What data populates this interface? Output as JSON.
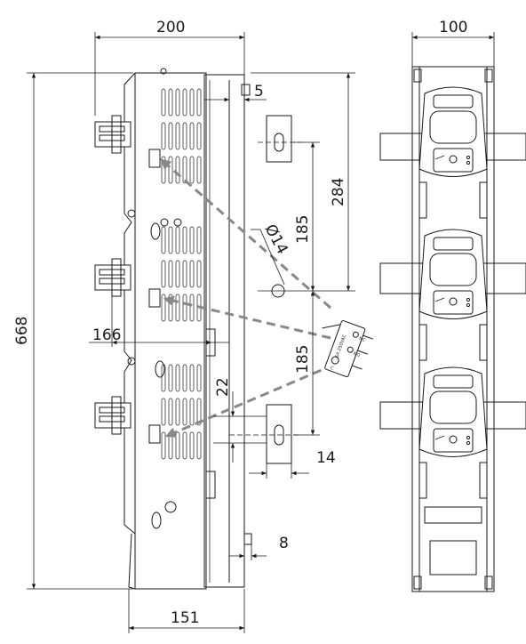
{
  "dimensions": {
    "d200": "200",
    "d100": "100",
    "d5": "5",
    "d284": "284",
    "d185a": "185",
    "d14dia": "Ø14",
    "d668": "668",
    "d166": "166",
    "d185b": "185",
    "d22": "22",
    "d14": "14",
    "d8": "8",
    "d151": "151"
  },
  "microswitch": {
    "rating": "5A 250VAC",
    "nc": "NC",
    "no": "NO",
    "c": "C"
  },
  "colors": {
    "line": "#1a1a1a",
    "callout": "#888888"
  }
}
